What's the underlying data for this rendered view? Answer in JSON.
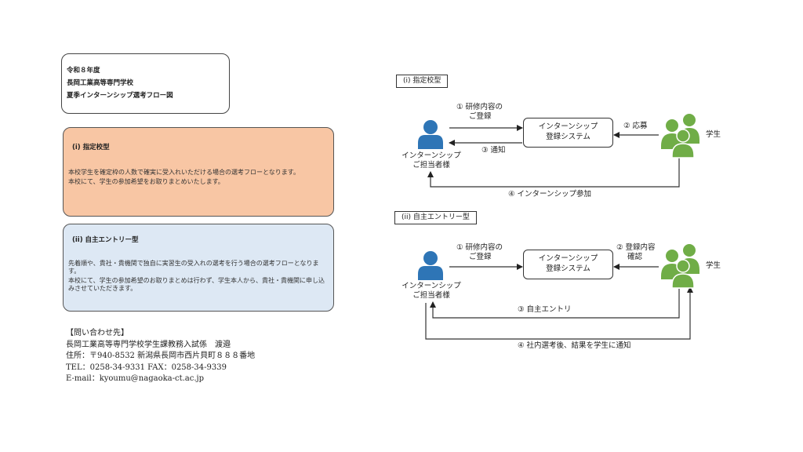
{
  "header": {
    "lines": [
      "令和８年度",
      "長岡工業高等専門学校",
      "夏季インターンシップ選考フロー図"
    ]
  },
  "cards": [
    {
      "title": "(i) 指定校型",
      "paragraphs": [
        "本校学生を確定枠の人数で確実に受入れいただける場合の選考フローとなります。",
        "本校にて、学生の参加希望をお取りまとめいたします。"
      ]
    },
    {
      "title": "(ii) 自主エントリー型",
      "paragraphs": [
        "先着順や、貴社・貴機関で独自に実習生の受入れの選考を行う場合の選考フローとなります。",
        "本校にて、学生の参加希望のお取りまとめは行わず、学生本人から、貴社・貴機関に申し込みさせていただきます。"
      ]
    }
  ],
  "contact": {
    "heading": "【問い合わせ先】",
    "department": "長岡工業高等専門学校学生課教務入試係　渡邉",
    "address": "住所：〒940-8532 新潟県長岡市西片貝町８８８番地",
    "tel_fax": "TEL：0258-34-9331 FAX：0258-34-9339",
    "email": "E-mail：kyoumu@nagaoka-ct.ac.jp"
  },
  "diagram": {
    "colors": {
      "company": "#2e75b6",
      "student": "#70ad47",
      "line": "#333333"
    },
    "flow_i": {
      "label": "(i) 指定校型",
      "company": [
        "インターンシップ",
        "ご担当者様"
      ],
      "system": [
        "インターンシップ",
        "登録システム"
      ],
      "student": "学生",
      "steps": {
        "s1": [
          "① 研修内容の",
          "ご登録"
        ],
        "s2": "② 応募",
        "s3": "③ 通知",
        "s4": "④ インターンシップ参加"
      }
    },
    "flow_ii": {
      "label": "(ii) 自主エントリー型",
      "company": [
        "インターンシップ",
        "ご担当者様"
      ],
      "system": [
        "インターンシップ",
        "登録システム"
      ],
      "student": "学生",
      "steps": {
        "s1": [
          "① 研修内容の",
          "ご登録"
        ],
        "s2": [
          "② 登録内容",
          "確認"
        ],
        "s3": "③ 自主エントリ",
        "s4": "④ 社内選考後、結果を学生に通知"
      }
    }
  }
}
